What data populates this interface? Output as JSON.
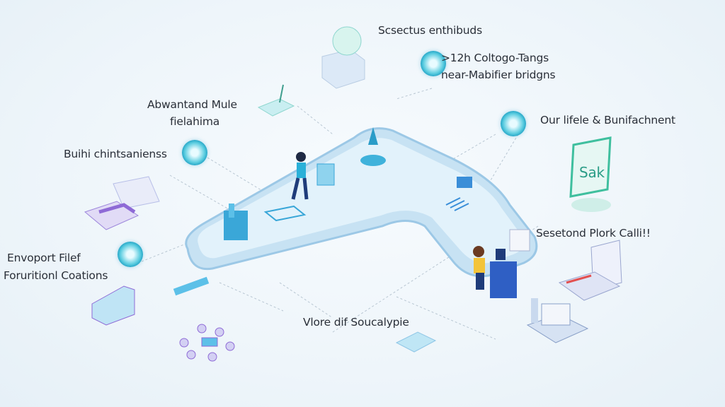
{
  "labels": {
    "top_center": "Scsectus enthibuds",
    "top_right_line1": ">12h Coltogo-Tangs",
    "top_right_line2": "near-Mabifier bridgns",
    "right_upper": "Our lifele & Bunifachnent",
    "left_upper_line1": "Abwantand Mule",
    "left_upper_line2": "fielahima",
    "left_middle": "Buihi chintsanienss",
    "left_lower_line1": "Envoport Filef",
    "left_lower_line2": "Foruritionl Coations",
    "right_lower": "Sesetond Plork Calli!!",
    "bottom_center": "Vlore dif Soucalypie"
  },
  "sign_text": "Sak",
  "colors": {
    "platform": "#d6ecf8",
    "accent_teal": "#2aa9c9",
    "accent_blue": "#2f5fc4",
    "accent_purple": "#8e6ad6"
  }
}
